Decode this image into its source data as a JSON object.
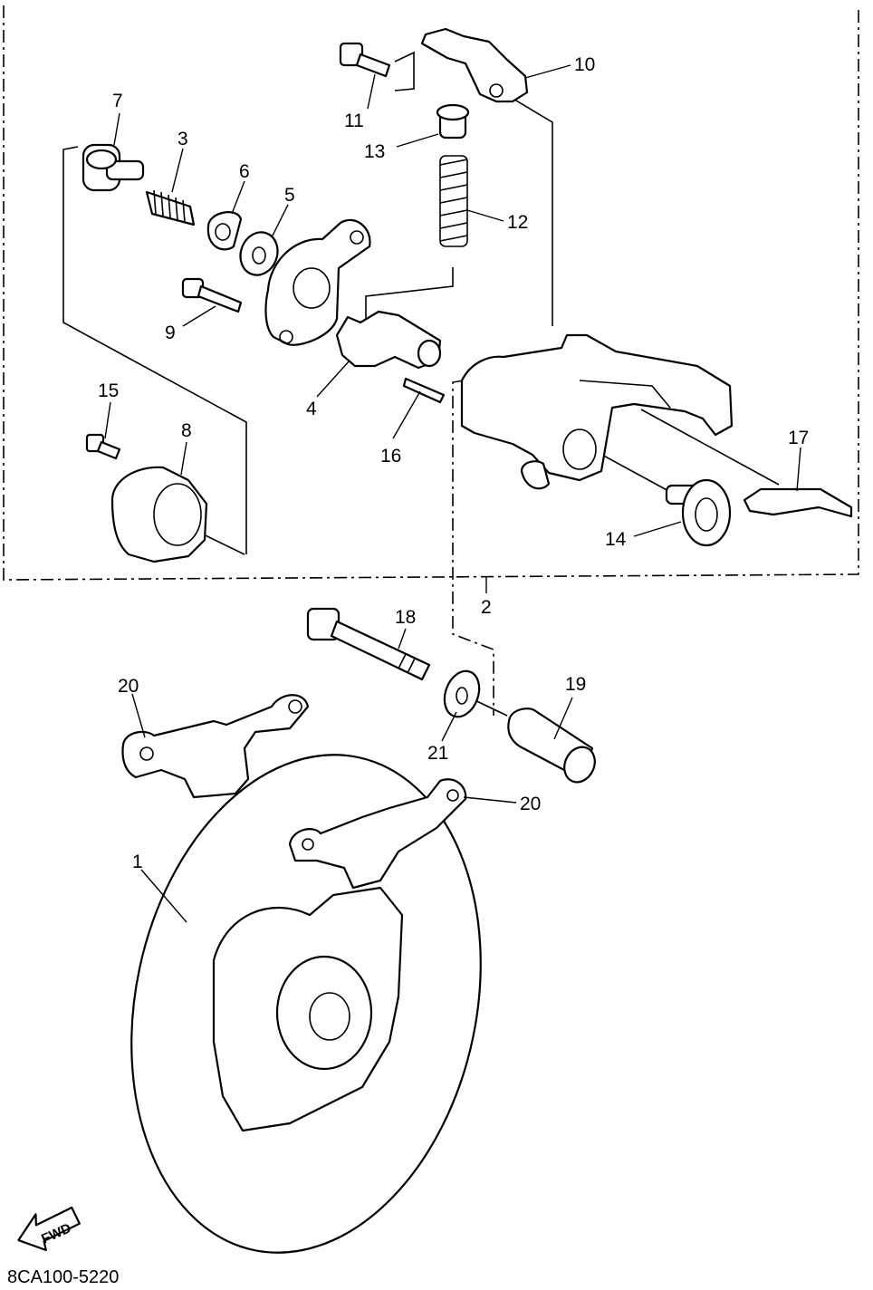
{
  "diagram": {
    "code": "8CA100-5220",
    "fwd_label": "FWD",
    "labels": {
      "p1": "1",
      "p2": "2",
      "p3": "3",
      "p4": "4",
      "p5": "5",
      "p6": "6",
      "p7": "7",
      "p8": "8",
      "p9": "9",
      "p10": "10",
      "p11": "11",
      "p12": "12",
      "p13": "13",
      "p14": "14",
      "p15": "15",
      "p16": "16",
      "p17": "17",
      "p18": "18",
      "p19": "19",
      "p20a": "20",
      "p20b": "20",
      "p21": "21"
    }
  }
}
